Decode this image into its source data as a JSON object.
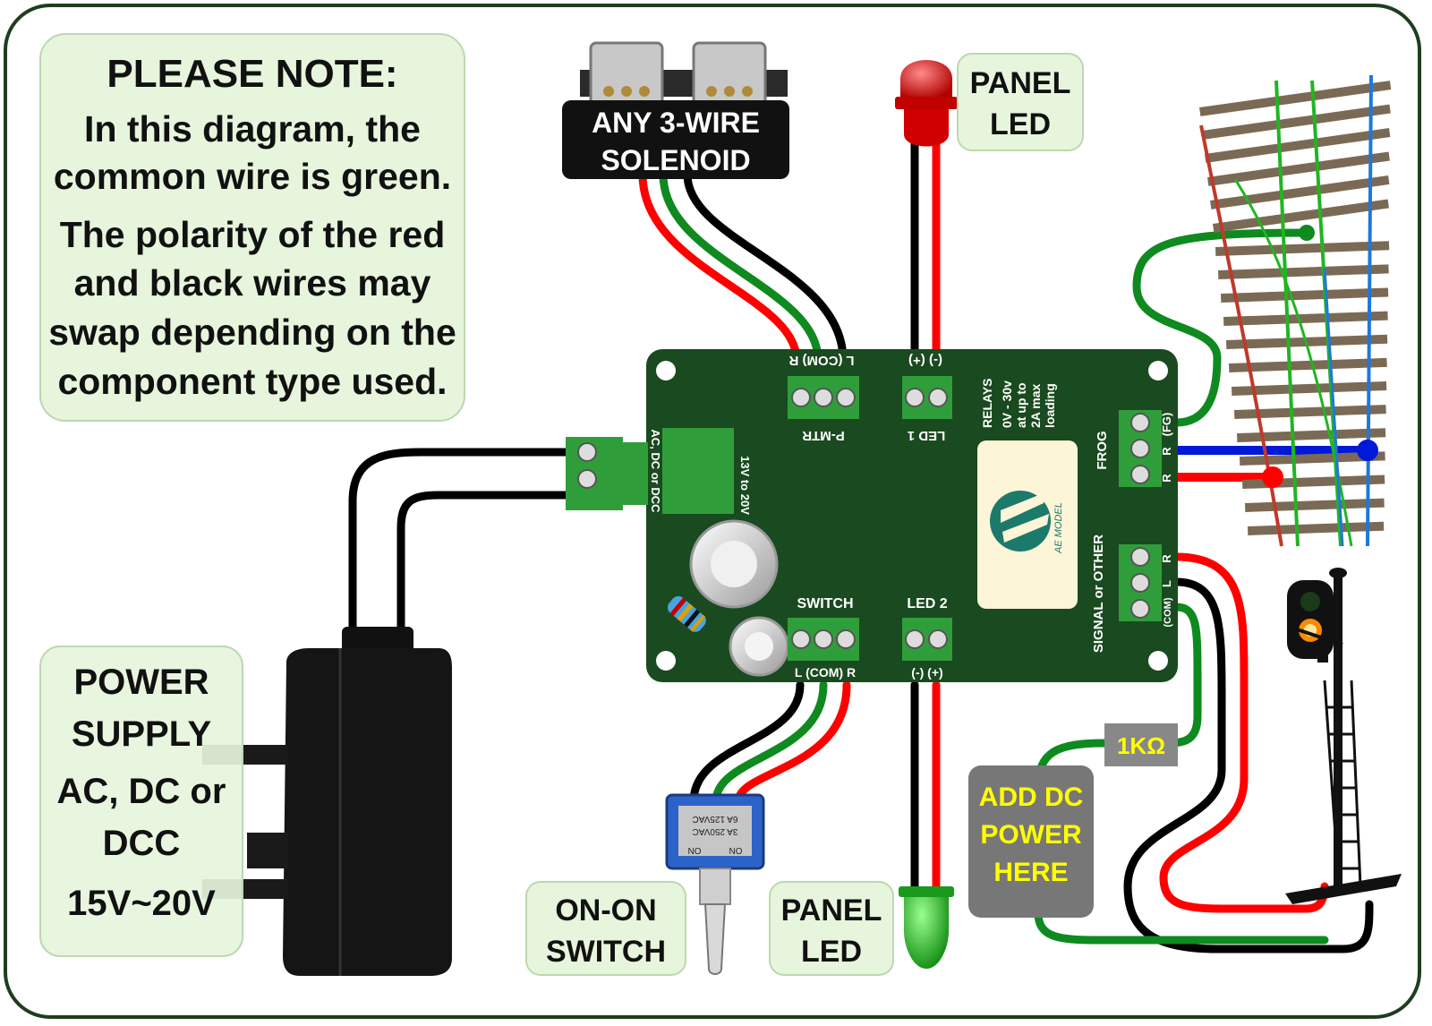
{
  "note": {
    "heading": "PLEASE NOTE:",
    "lines": [
      "In this diagram, the",
      "common wire is green.",
      "The polarity of the red",
      "and black wires may",
      "swap depending on the",
      "component type used."
    ]
  },
  "solenoid": {
    "line1": "ANY 3-WIRE",
    "line2": "SOLENOID"
  },
  "panel_led_top": {
    "line1": "PANEL",
    "line2": "LED"
  },
  "panel_led_bottom": {
    "line1": "PANEL",
    "line2": "LED"
  },
  "power_supply": {
    "lines": [
      "POWER",
      "SUPPLY",
      "AC, DC or",
      "DCC",
      "15V~20V"
    ]
  },
  "switch_box": {
    "line1": "ON-ON",
    "line2": "SWITCH"
  },
  "resistor_label": "1KΩ",
  "add_dc": {
    "lines": [
      "ADD DC",
      "POWER",
      "HERE"
    ]
  },
  "toggle_switch": {
    "rating1": "6A 125VAC",
    "rating2": "3A 250VAC",
    "pos1": "ON",
    "pos2": "ON"
  },
  "board": {
    "pmtr_pins": "L (COM) R",
    "pmtr_label": "P-MTR",
    "led1_pins": "(-)   (+)",
    "led1_label": "LED 1",
    "relays_lines": [
      "RELAYS",
      "0V - 30v",
      "at up to",
      "2A max",
      "loading"
    ],
    "frog_label": "FROG",
    "frog_pins": [
      "(FG)",
      "R",
      "R"
    ],
    "power_input": "AC, DC or DCC",
    "voltage": "13V to 20V",
    "switch_label": "SWITCH",
    "switch_pins": "L (COM) R",
    "led2_label": "LED 2",
    "led2_pins": "(-)  (+)",
    "signal_label": "SIGNAL or OTHER",
    "signal_pins": [
      "R",
      "L",
      "(COM)"
    ],
    "logo_text": "AE MODEL"
  },
  "colors": {
    "wire_red": "#ff0000",
    "wire_green": "#0f8a1f",
    "wire_black": "#000000",
    "wire_blue": "#0018d8",
    "board": "#1a4a1f",
    "terminal": "#2f9e3a",
    "callout_bg": "#e6f5dc",
    "add_dc_bg": "#777777",
    "add_dc_text": "#ffff00",
    "frame": "#1f3d1f"
  }
}
